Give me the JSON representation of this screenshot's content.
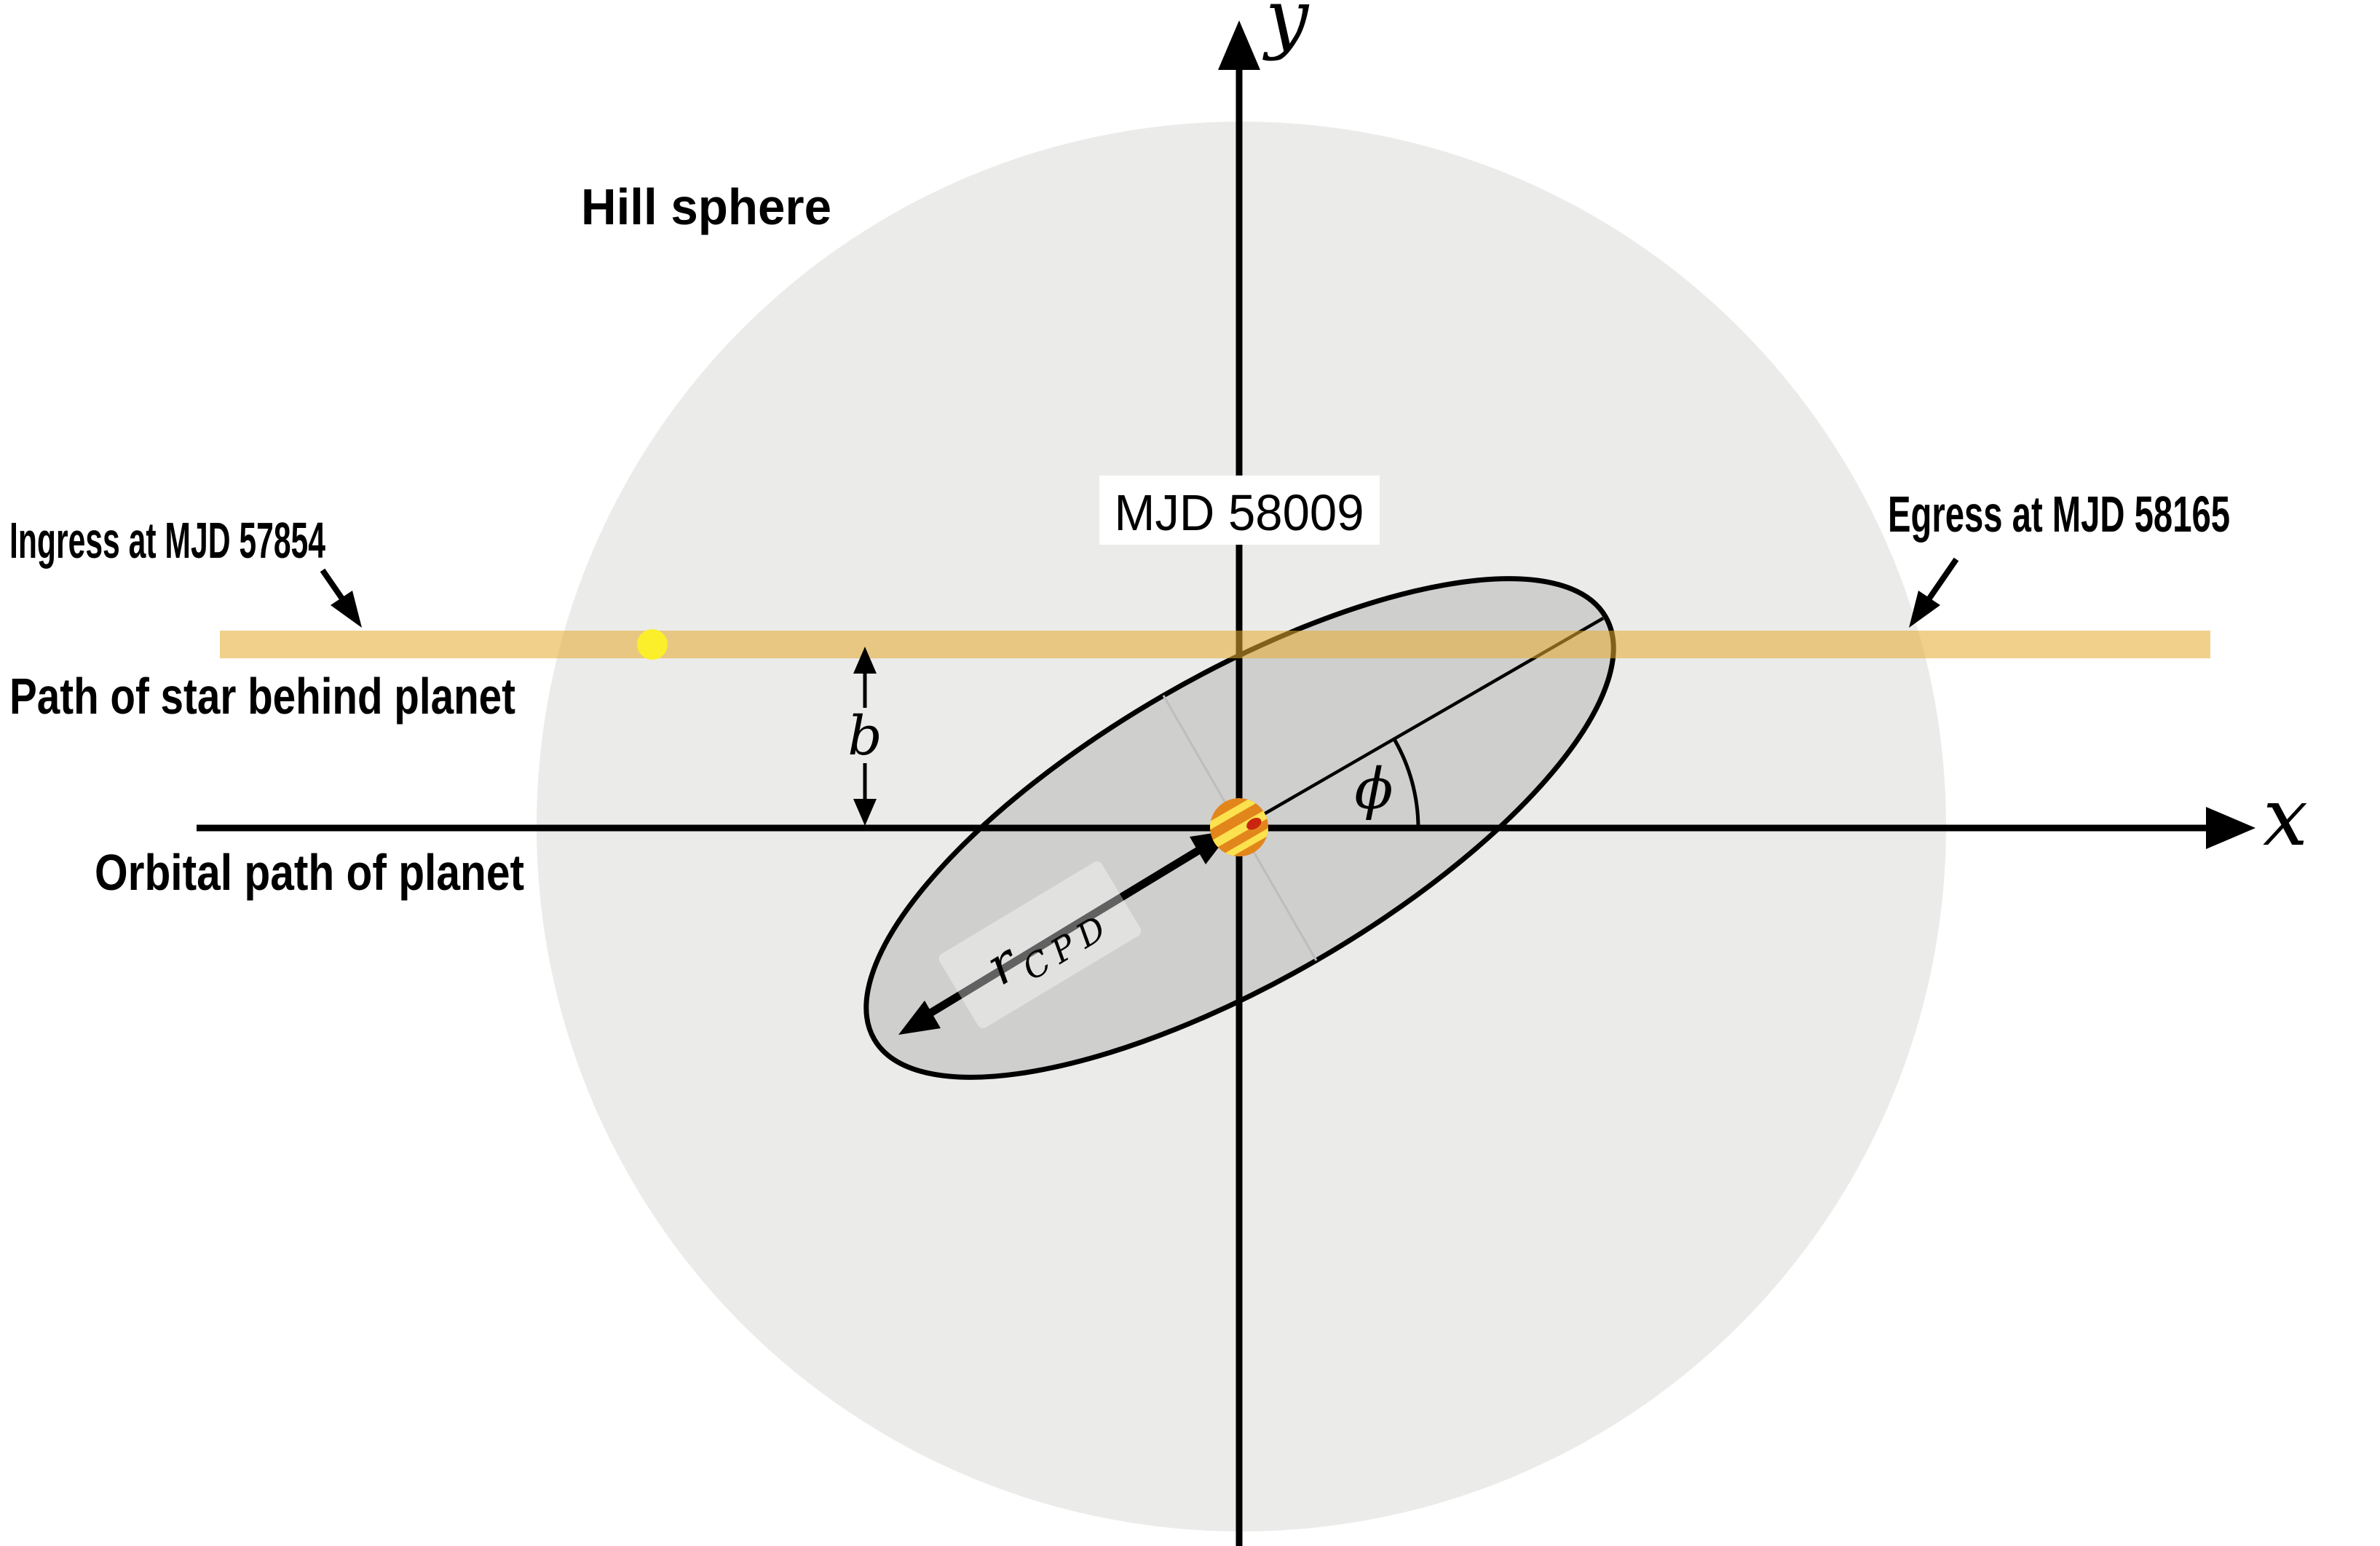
{
  "figure": {
    "hill_sphere_label": "Hill sphere",
    "mjd_label": "MJD 58009",
    "ingress_label": "Ingress at MJD 57854",
    "egress_label": "Egress at MJD 58165",
    "star_path_label": "Path of star behind planet",
    "orbital_path_label": "Orbital path of planet",
    "impact_parameter_symbol": "b",
    "phi_symbol": "ϕ",
    "disk_radius_symbol": "r",
    "disk_radius_subscript": "CPD",
    "x_axis_label": "x",
    "y_axis_label": "y"
  },
  "colors": {
    "hill_sphere": "#EBEBEA",
    "disk": "#CFCFCE",
    "disk_outline": "#000000",
    "star_path_band": "#E4AB30",
    "star": "#FBEF2B",
    "planet_body": "#E2861C",
    "planet_stripe": "#FCE24E",
    "planet_spot": "#C9250F",
    "axis": "#000000",
    "minor_axis_line": "#BDBDBD"
  }
}
